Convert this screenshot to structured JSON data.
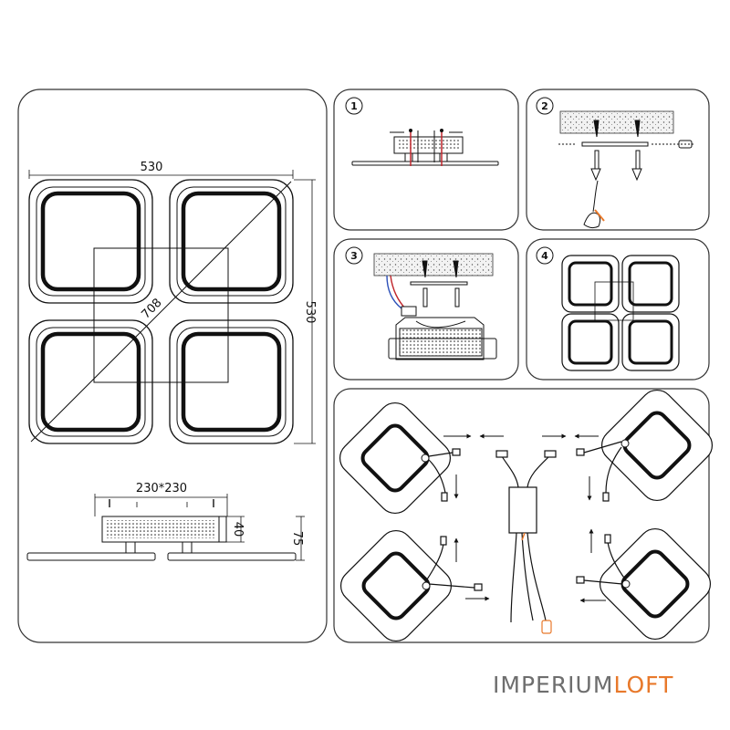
{
  "diagram": {
    "dimensions": {
      "width": "530",
      "height": "530",
      "diagonal": "708",
      "base": "230*230",
      "body_height": "40",
      "total_height": "75"
    },
    "steps": [
      "1",
      "2",
      "3",
      "4"
    ]
  },
  "brand": {
    "part1": "IMPERIUM",
    "part2": "LOFT",
    "colors": {
      "part1": "#6e6e6e",
      "part2": "#e8792b"
    }
  }
}
